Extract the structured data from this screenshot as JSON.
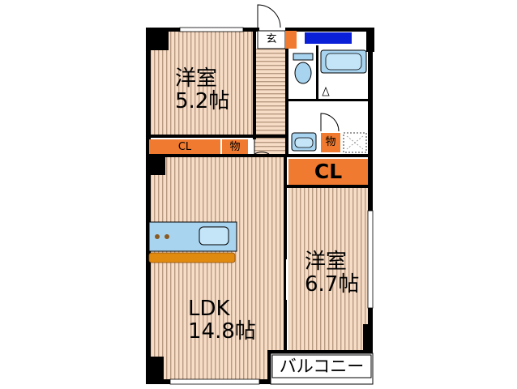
{
  "rooms": {
    "western_room_1": {
      "name": "洋室",
      "size": "5.2帖"
    },
    "western_room_2": {
      "name": "洋室",
      "size": "6.7帖"
    },
    "ldk": {
      "name": "LDK",
      "size": "14.8帖"
    }
  },
  "closets": {
    "cl_upper": "CL",
    "cl_main": "CL",
    "storage_1": "物",
    "storage_2": "物"
  },
  "entrance": "玄",
  "balcony": "バルコニー",
  "colors": {
    "wall": "#000000",
    "floor_stripe_light": "#f4d5bd",
    "floor_stripe_dark": "#c8a88e",
    "closet_orange": "#f07a30",
    "fixture_blue": "#a8d4f0",
    "counter_orange": "#e08a10",
    "accent_blue": "#0a1fd8"
  }
}
